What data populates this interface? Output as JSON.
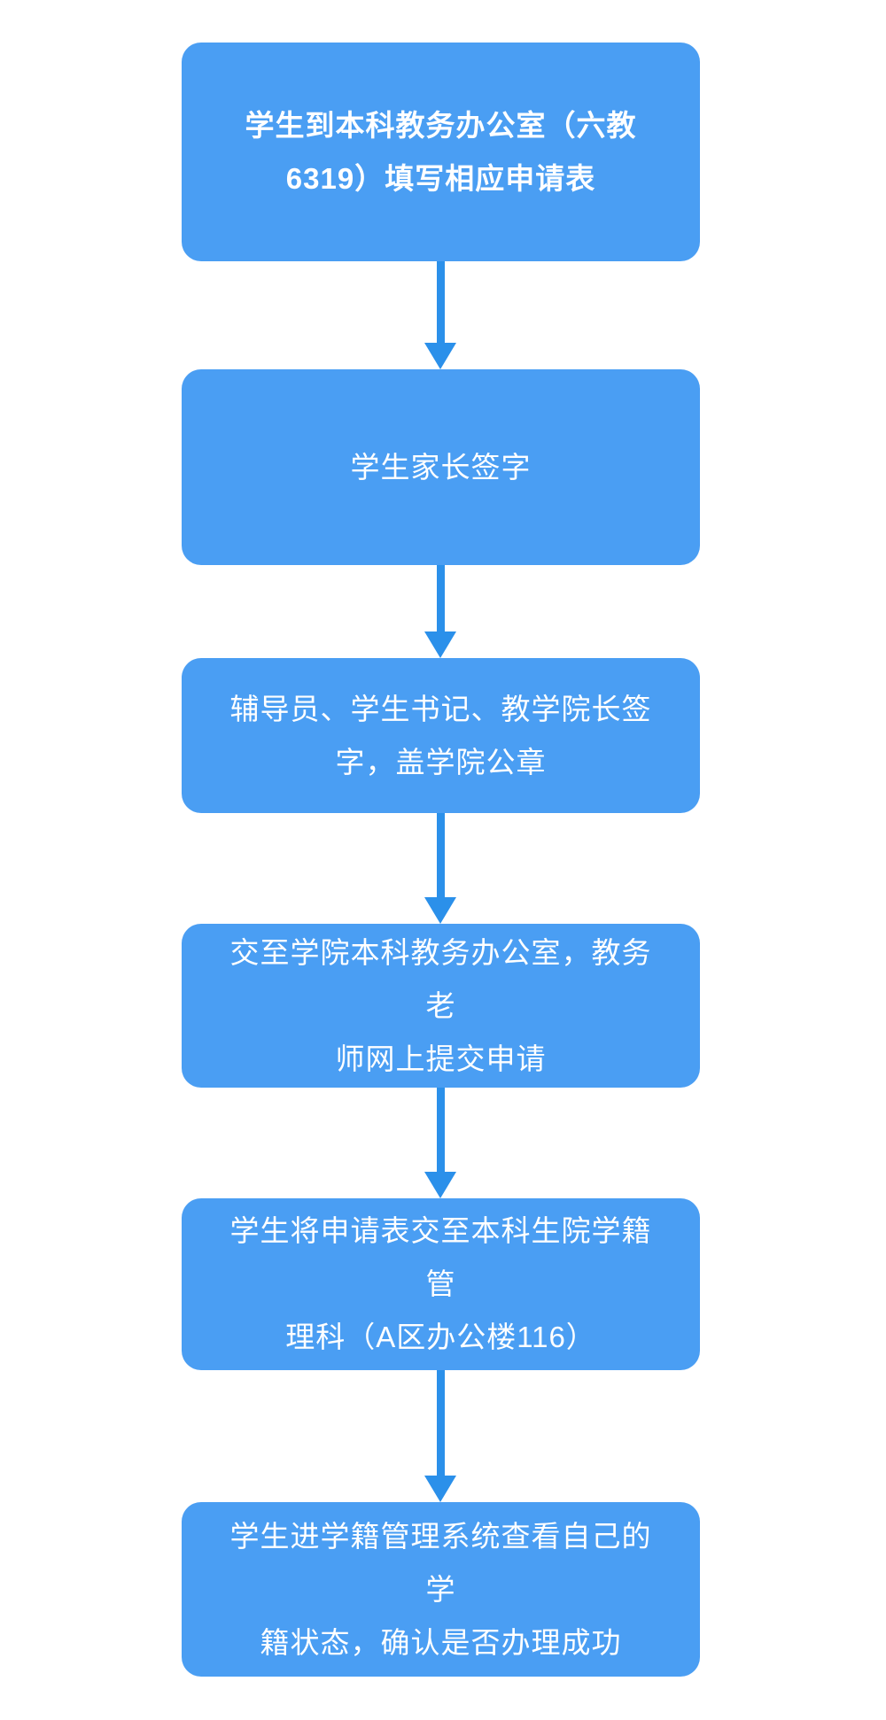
{
  "flowchart": {
    "background_color": "#ffffff",
    "node_fill_color": "#4a9ef3",
    "arrow_color": "#2b90ea",
    "text_color": "#ffffff",
    "nodes": [
      {
        "id": 1,
        "label": "学生到本科教务办公室（六教\n6319）填写相应申请表"
      },
      {
        "id": 2,
        "label": "学生家长签字"
      },
      {
        "id": 3,
        "label": "辅导员、学生书记、教学院长签\n字，盖学院公章"
      },
      {
        "id": 4,
        "label": "交至学院本科教务办公室，教务老\n师网上提交申请"
      },
      {
        "id": 5,
        "label": "学生将申请表交至本科生院学籍管\n理科（A区办公楼116）"
      },
      {
        "id": 6,
        "label": "学生进学籍管理系统查看自己的学\n籍状态，确认是否办理成功"
      }
    ]
  }
}
